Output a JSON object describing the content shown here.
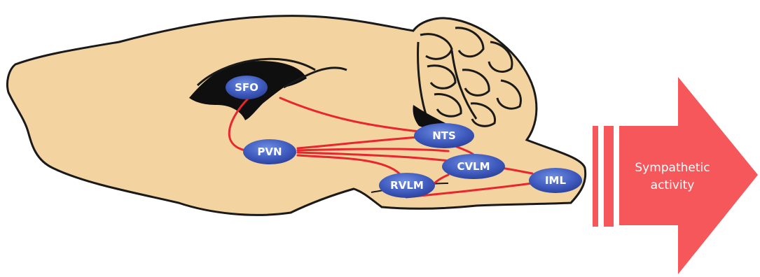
{
  "nodes": {
    "sfo": "SFO",
    "pvn": "PVN",
    "nts": "NTS",
    "cvlm": "CVLM",
    "rvlm": "RVLM",
    "iml": "IML"
  },
  "arrow": {
    "line1": "Sympathetic",
    "line2": "activity"
  },
  "colors": {
    "brain_fill": "#f3d3a0",
    "node_fill": "#3f5bbf",
    "pathway": "#e8262f",
    "arrow_fill": "#f5575a"
  }
}
